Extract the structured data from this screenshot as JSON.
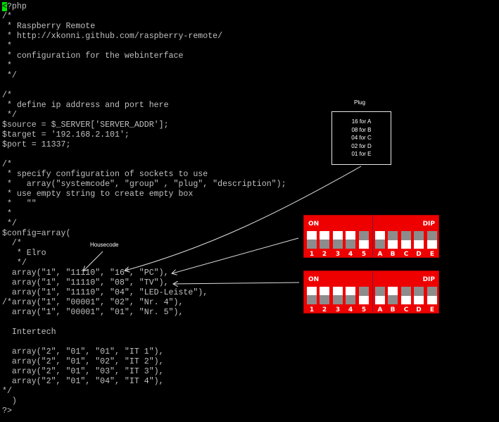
{
  "code_lines": [
    "<?php",
    "/*",
    " * Raspberry Remote",
    " * http://xkonni.github.com/raspberry-remote/",
    " *",
    " * configuration for the webinterface",
    " *",
    " */",
    "",
    "/*",
    " * define ip address and port here",
    " */",
    "$source = $_SERVER['SERVER_ADDR'];",
    "$target = '192.168.2.101';",
    "$port = 11337;",
    "",
    "/*",
    " * specify configuration of sockets to use",
    " *   array(\"systemcode\", \"group\" , \"plug\", \"description\");",
    " * use empty string to create empty box",
    " *   \"\"",
    " *",
    " */",
    "$config=array(",
    "  /*",
    "   * Elro",
    "   */",
    "  array(\"1\", \"11110\", \"16\", \"PC\"),",
    "  array(\"1\", \"11110\", \"08\", \"TV\"),",
    "  array(\"1\", \"11110\", \"04\", \"LED-Leiste\"),",
    "/*array(\"1\", \"00001\", \"02\", \"Nr. 4\"),",
    "  array(\"1\", \"00001\", \"01\", \"Nr. 5\"),",
    "",
    "  Intertech",
    "",
    "  array(\"2\", \"01\", \"01\", \"IT 1\"),",
    "  array(\"2\", \"01\", \"02\", \"IT 2\"),",
    "  array(\"2\", \"01\", \"03\", \"IT 3\"),",
    "  array(\"2\", \"01\", \"04\", \"IT 4\"),",
    "*/",
    "  )",
    "?>"
  ],
  "annotations": {
    "housecode_label": "Housecode",
    "plug_label": "Plug",
    "plug_map": [
      "16  for  A",
      "08  for  B",
      "04  for  C",
      "02  for  D",
      "01  for  E"
    ]
  },
  "dip_switches": [
    {
      "on_label": "ON",
      "dip_label": "DIP",
      "labels": [
        "1",
        "2",
        "3",
        "4",
        "5",
        "A",
        "B",
        "C",
        "D",
        "E"
      ],
      "states": [
        "on",
        "on",
        "on",
        "on",
        "off",
        "on",
        "off",
        "off",
        "off",
        "off"
      ]
    },
    {
      "on_label": "ON",
      "dip_label": "DIP",
      "labels": [
        "1",
        "2",
        "3",
        "4",
        "5",
        "A",
        "B",
        "C",
        "D",
        "E"
      ],
      "states": [
        "on",
        "on",
        "on",
        "on",
        "off",
        "off",
        "on",
        "off",
        "off",
        "off"
      ]
    }
  ],
  "colors": {
    "background": "#000000",
    "code_text": "#c0c0c0",
    "cursor": "#00e000",
    "dip_body": "#ee0000",
    "switch_track": "#8c8c8c",
    "switch_knob": "#ffffff"
  }
}
